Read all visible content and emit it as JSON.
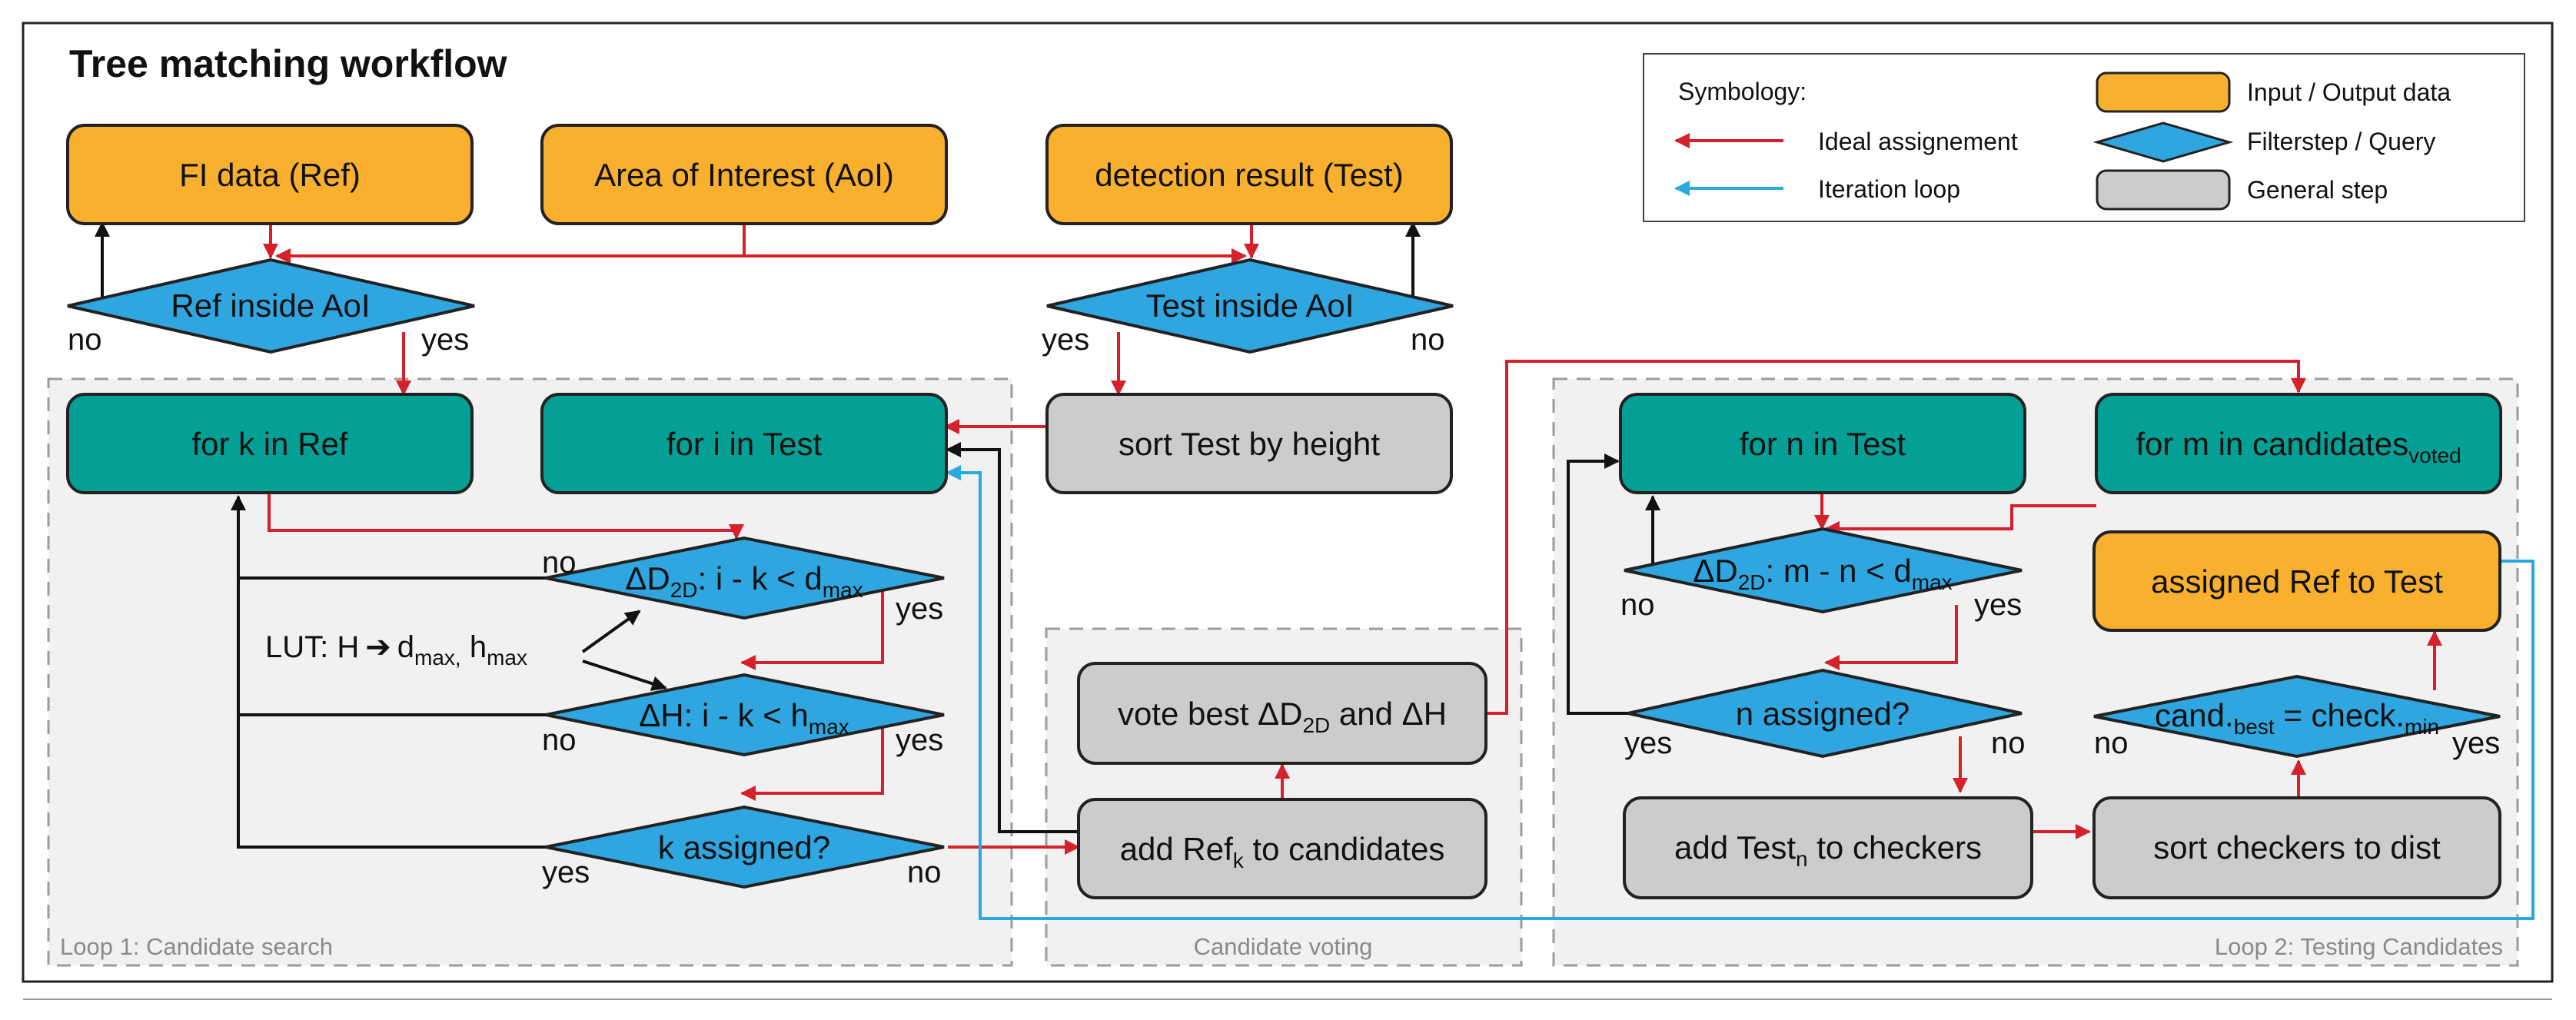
{
  "title": "Tree matching workflow",
  "legend": {
    "heading": "Symbology:",
    "ideal": "Ideal assignement",
    "iteration": "Iteration loop",
    "input_output": "Input / Output data",
    "filterstep": "Filterstep / Query",
    "general": "General step"
  },
  "colors": {
    "input_output": "#f8b02e",
    "filter": "#2fa6e0",
    "loop": "#04a096",
    "general": "#cccccc",
    "ideal_arrow": "#d4212c",
    "iteration_arrow": "#2aa9df",
    "stroke": "#111111"
  },
  "regions": {
    "loop1": "Loop 1: Candidate search",
    "voting": "Candidate voting",
    "loop2": "Loop 2: Testing Candidates"
  },
  "nodes": {
    "fi_data": "FI data (Ref)",
    "aoi": "Area of Interest (AoI)",
    "detection": "detection result (Test)",
    "ref_inside": "Ref inside AoI",
    "test_inside": "Test inside AoI",
    "for_k": "for k in Ref",
    "for_i": "for i in Test",
    "sort_test": "sort Test by height",
    "d2d_1": {
      "pre": "ΔD",
      "sub1": "2D",
      "mid": ": i - k < d",
      "sub2": "max"
    },
    "dh": {
      "pre": "ΔH: i - k < h",
      "sub": "max"
    },
    "k_assigned": "k assigned?",
    "lut": {
      "pre": "LUT: H",
      "d": "d",
      "dsub": "max,",
      "h": " h",
      "hsub": "max"
    },
    "vote": {
      "pre": "vote best ΔD",
      "sub": "2D",
      "post": " and ΔH"
    },
    "add_ref": {
      "pre": "add Ref",
      "sub": "k",
      "post": " to candidates"
    },
    "for_n": "for n in Test",
    "for_m": {
      "pre": "for m in candidates",
      "sub": "voted"
    },
    "d2d_2": {
      "pre": "ΔD",
      "sub1": "2D",
      "mid": ": m - n < d",
      "sub2": "max"
    },
    "n_assigned": "n assigned?",
    "add_test": {
      "pre": "add Test",
      "sub": "n",
      "post": " to checkers"
    },
    "assigned": "assigned Ref to Test",
    "cand_best": {
      "a": "cand.",
      "asub": "best",
      "b": " = check.",
      "bsub": "min"
    },
    "sort_checkers": "sort checkers to dist"
  },
  "labels": {
    "yes": "yes",
    "no": "no"
  }
}
